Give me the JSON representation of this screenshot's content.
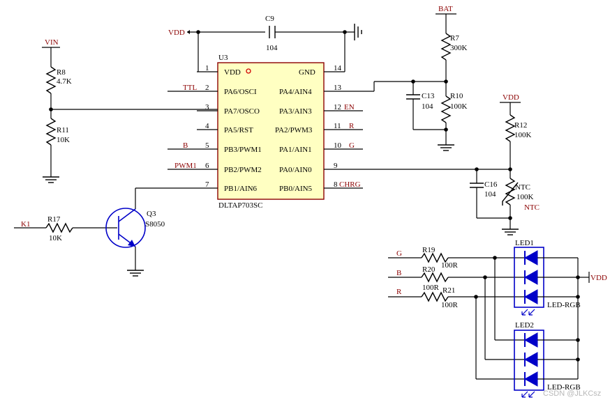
{
  "watermark": "CSDN @JLKCsz",
  "power_labels": {
    "vin": "VIN",
    "bat": "BAT",
    "vdd_c9": "VDD",
    "vdd_r12": "VDD",
    "vdd_led": "VDD"
  },
  "ic": {
    "ref": "U3",
    "part": "DLTAP703SC",
    "pins_left": [
      {
        "num": "1",
        "name": "VDD",
        "net": ""
      },
      {
        "num": "2",
        "name": "PA6/OSCI",
        "net": "TTL"
      },
      {
        "num": "3",
        "name": "PA7/OSCO",
        "net": ""
      },
      {
        "num": "4",
        "name": "PA5/RST",
        "net": ""
      },
      {
        "num": "5",
        "name": "PB3/PWM1",
        "net": "B"
      },
      {
        "num": "6",
        "name": "PB2/PWM2",
        "net": "PWM1"
      },
      {
        "num": "7",
        "name": "PB1/AIN6",
        "net": ""
      }
    ],
    "pins_right": [
      {
        "num": "14",
        "name": "GND",
        "net": ""
      },
      {
        "num": "13",
        "name": "PA4/AIN4",
        "net": ""
      },
      {
        "num": "12",
        "name": "PA3/AIN3",
        "net": "EN"
      },
      {
        "num": "11",
        "name": "PA2/PWM3",
        "net": "R"
      },
      {
        "num": "10",
        "name": "PA1/AIN1",
        "net": "G"
      },
      {
        "num": "9",
        "name": "PA0/AIN0",
        "net": ""
      },
      {
        "num": "8",
        "name": "PB0/AIN5",
        "net": "CHRG"
      }
    ]
  },
  "components": {
    "c9": {
      "ref": "C9",
      "value": "104"
    },
    "r8": {
      "ref": "R8",
      "value": "4.7K"
    },
    "r11": {
      "ref": "R11",
      "value": "10K"
    },
    "r7": {
      "ref": "R7",
      "value": "300K"
    },
    "r10": {
      "ref": "R10",
      "value": "100K"
    },
    "c13": {
      "ref": "C13",
      "value": "104"
    },
    "r12": {
      "ref": "R12",
      "value": "100K"
    },
    "c16": {
      "ref": "C16",
      "value": "104"
    },
    "ntc": {
      "ref": "NTC",
      "value": "100K",
      "net": "NTC"
    },
    "q3": {
      "ref": "Q3",
      "value": "S8050"
    },
    "r17": {
      "ref": "R17",
      "value": "10K",
      "net": "K1"
    },
    "r19": {
      "ref": "R19",
      "value": "100R",
      "net": "G"
    },
    "r20": {
      "ref": "R20",
      "value": "100R",
      "net": "B"
    },
    "r21": {
      "ref": "R21",
      "value": "100R",
      "value2": "100R",
      "net": "R"
    },
    "led1": {
      "ref": "LED1",
      "value": "LED-RGB"
    },
    "led2": {
      "ref": "LED2",
      "value": "LED-RGB"
    }
  }
}
